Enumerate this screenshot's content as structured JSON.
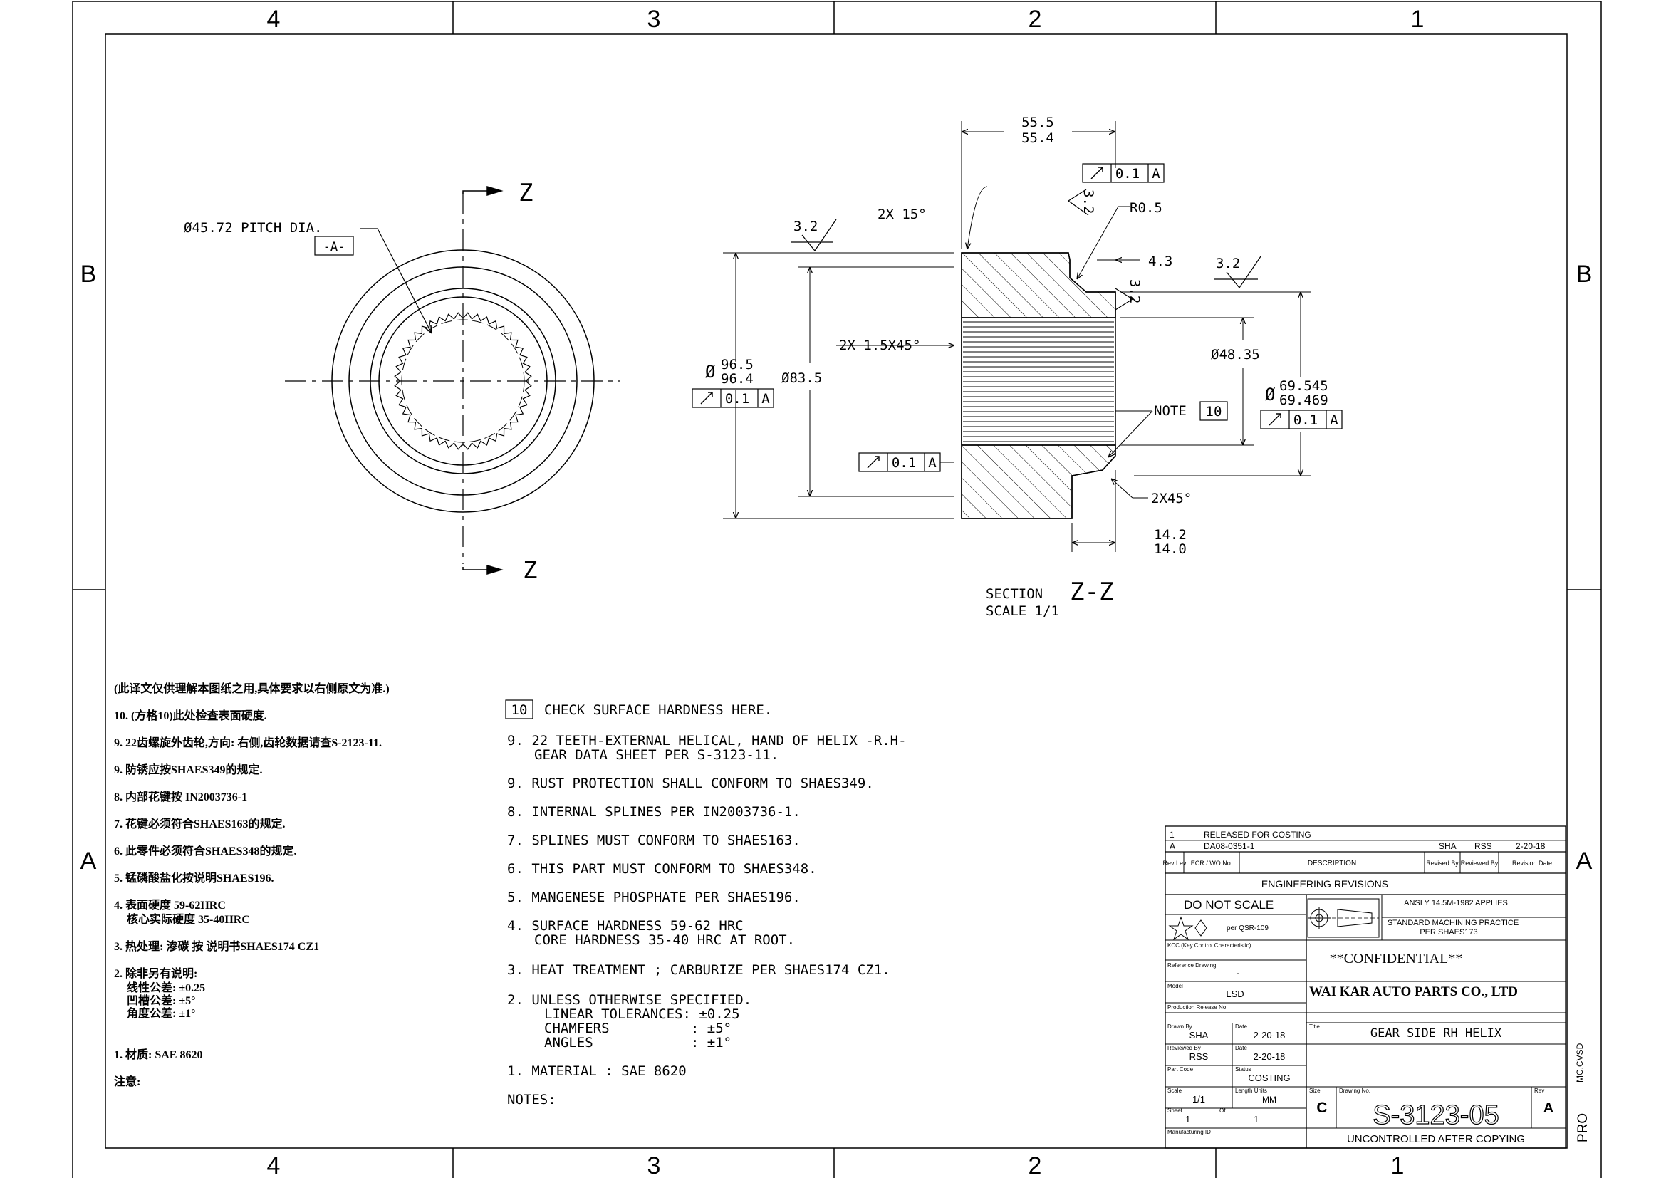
{
  "zone_columns": [
    "4",
    "3",
    "2",
    "1"
  ],
  "zone_rows": [
    "B",
    "A"
  ],
  "section_markers": {
    "top": "Z",
    "bottom": "Z"
  },
  "end_view": {
    "pitch_dia": "Ø45.72 PITCH DIA.",
    "datum": "-A-"
  },
  "section_view": {
    "width_top": "55.5",
    "width_bottom": "55.4",
    "chamfer_15": "2X 15°",
    "radius": "R0.5",
    "dim_43": "4.3",
    "rough_a": "3.2",
    "rough_b": "3.2",
    "rough_c": "3.2",
    "rough_d": "3.2",
    "od_top": "96.5",
    "od_bottom": "96.4",
    "od_sym": "Ø",
    "hub_dia": "Ø83.5",
    "chamfer_15x45": "2X 1.5X45°",
    "bore_dia": "Ø48.35",
    "step_sym": "Ø",
    "step_top": "69.545",
    "step_bottom": "69.469",
    "note_label": "NOTE",
    "note_ref": "10",
    "chamfer_2x45": "2X45°",
    "len_top": "14.2",
    "len_bottom": "14.0",
    "runout_value": "0.1",
    "runout_datum": "A",
    "section_label": "SECTION",
    "section_id": "Z-Z",
    "scale_label": "SCALE 1/1"
  },
  "chinese_notes": [
    "(此译文仅供理解本图纸之用,具体要求以右侧原文为准.)",
    "10. (方格10)此处检查表面硬度.",
    "9. 22齿螺旋外齿轮,方向: 右侧,齿轮数据请查S-2123-11.",
    "9. 防锈应按SHAES349的规定.",
    "8. 内部花键按 IN2003736-1",
    "7. 花键必须符合SHAES163的规定.",
    "6. 此零件必须符合SHAES348的规定.",
    "5. 锰磷酸盐化按说明SHAES196.",
    "4. 表面硬度 59-62HRC",
    "核心实际硬度 35-40HRC",
    "3. 热处理: 渗碳 按 说明书SHAES174 CZ1",
    "2. 除非另有说明:",
    "线性公差: ±0.25",
    "凹槽公差: ±5°",
    "角度公差: ±1°",
    "1. 材质: SAE 8620",
    "注意:"
  ],
  "english_notes": {
    "n10_box": "10",
    "n10": "CHECK SURFACE HARDNESS HERE.",
    "n9a_1": "9. 22 TEETH-EXTERNAL HELICAL, HAND OF HELIX -R.H-",
    "n9a_2": "GEAR DATA SHEET PER S-3123-11.",
    "n9b": "9. RUST PROTECTION SHALL CONFORM TO SHAES349.",
    "n8": "8. INTERNAL SPLINES PER IN2003736-1.",
    "n7": "7. SPLINES MUST CONFORM TO SHAES163.",
    "n6": "6. THIS PART MUST CONFORM TO SHAES348.",
    "n5": "5. MANGENESE PHOSPHATE PER SHAES196.",
    "n4_1": "4. SURFACE HARDNESS 59-62 HRC",
    "n4_2": "CORE HARDNESS 35-40 HRC AT ROOT.",
    "n3": "3. HEAT TREATMENT ; CARBURIZE PER SHAES174 CZ1.",
    "n2_1": "2. UNLESS OTHERWISE SPECIFIED.",
    "n2_2": "LINEAR TOLERANCES: ±0.25",
    "n2_3": "CHAMFERS          : ±5°",
    "n2_4": "ANGLES            : ±1°",
    "n1": "1. MATERIAL : SAE 8620",
    "notes_title": "NOTES:"
  },
  "title_block": {
    "rev_row1": {
      "rev": "1",
      "desc": "RELEASED FOR COSTING"
    },
    "rev_row2": {
      "lev": "A",
      "ecr": "DA08-0351-1",
      "by": "SHA",
      "rby": "RSS",
      "date": "2-20-18"
    },
    "hdr_rev": "Rev Lev",
    "hdr_ecr": "ECR / WO No.",
    "hdr_desc": "DESCRIPTION",
    "hdr_revised": "Revised By",
    "hdr_reviewed": "Reviewed By",
    "hdr_date": "Revision Date",
    "eng_revisions": "ENGINEERING REVISIONS",
    "do_not_scale": "DO NOT SCALE",
    "per_qsr": "per QSR-109",
    "ansi": "ANSI Y 14.5M-1982 APPLIES",
    "std_practice_1": "STANDARD MACHINING PRACTICE",
    "std_practice_2": "PER SHAES173",
    "kcc": "KCC (Key Control Characteristic)",
    "confidential": "**CONFIDENTIAL**",
    "ref_drawing_label": "Reference Drawing",
    "ref_drawing": "-",
    "model_label": "Model",
    "model": "LSD",
    "company": "WAI KAR AUTO PARTS CO., LTD",
    "prod_release_label": "Production Release No.",
    "drawn_label": "Drawn By",
    "drawn": "SHA",
    "date_label": "Date",
    "drawn_date": "2-20-18",
    "title_label": "Title",
    "title": "GEAR SIDE RH HELIX",
    "reviewed_label": "Reviewed By",
    "reviewed": "RSS",
    "reviewed_date": "2-20-18",
    "part_code_label": "Part Code",
    "status_label": "Status",
    "status": "COSTING",
    "scale_label": "Scale",
    "scale": "1/1",
    "units_label": "Length Units",
    "units": "MM",
    "size_label": "Size",
    "size": "C",
    "drawing_no_label": "Drawing No.",
    "drawing_no": "S-3123-05",
    "rev_label": "Rev",
    "rev": "A",
    "sheet_label": "Sheet",
    "sheet": "1",
    "of_label": "Of",
    "of": "1",
    "mfg_id_label": "Manufacturing ID",
    "uncontrolled": "UNCONTROLLED AFTER COPYING",
    "side_code": "MC.CVSD",
    "pro": "PRO"
  }
}
